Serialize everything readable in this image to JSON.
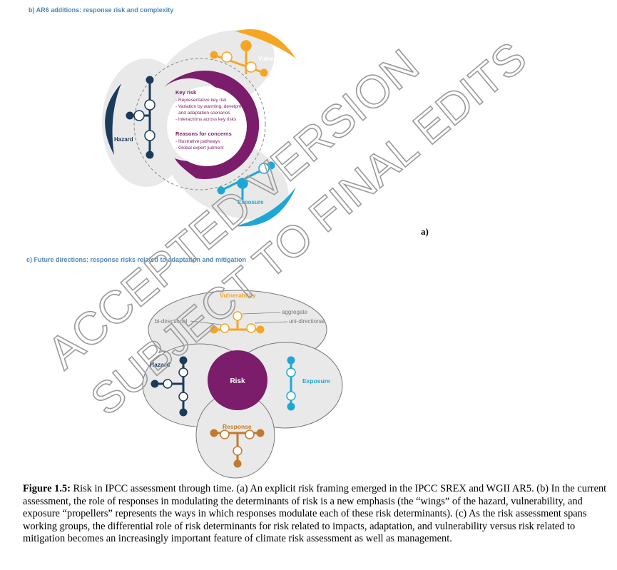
{
  "panel_b": {
    "title": "b) AR6 additions: response risk and complexity",
    "labels": {
      "vulnerability": "Vulnerability",
      "hazard": "Hazard",
      "exposure": "Exposure"
    },
    "key_risk": {
      "heading": "Key risk",
      "lines": [
        "- Representative key risk",
        "- Variation by warming, develpment",
        "and adaptation scenarios",
        "- interactions across key risks"
      ]
    },
    "reasons": {
      "heading": "Reasons for concerns",
      "lines": [
        "- Illustrative pathways",
        "- Global expert judment"
      ]
    }
  },
  "panel_a_letter": "a)",
  "panel_c": {
    "title": "c) Future directions: response risks related to adaptation and mitigation",
    "labels": {
      "vulnerability": "Vulnerability",
      "hazard": "Hazard",
      "exposure": "Exposure",
      "response": "Response",
      "risk": "Risk"
    },
    "annotations": {
      "aggregate": "aggregate",
      "uni_directional": "uni-directional",
      "bi_directional": "bi-directional"
    }
  },
  "caption": {
    "label": "Figure 1.5:",
    "text": " Risk in IPCC assessment through time. (a) An explicit risk framing emerged in the IPCC SREX and WGII AR5. (b) In the current assessment, the role of responses in modulating the determinants of risk is a new emphasis (the “wings” of the hazard, vulnerability, and exposure “propellers” represents the ways in which responses modulate each of these risk determinants). (c) As the risk assessment spans working groups, the differential role of risk determinants for risk related to impacts, adaptation, and vulnerability versus risk related to mitigation becomes an increasingly important feature of climate risk assessment as well as management."
  },
  "watermark": {
    "line1": "ACCEPTED VERSION",
    "line2": "SUBJECT TO FINAL EDITS"
  },
  "colors": {
    "vulnerability": "#f5a623",
    "hazard": "#1b3a5c",
    "exposure": "#1ea7d6",
    "risk": "#7b1d6b",
    "response": "#c27a2c",
    "petal": "#e9e9e9",
    "title": "#4a86b7"
  }
}
